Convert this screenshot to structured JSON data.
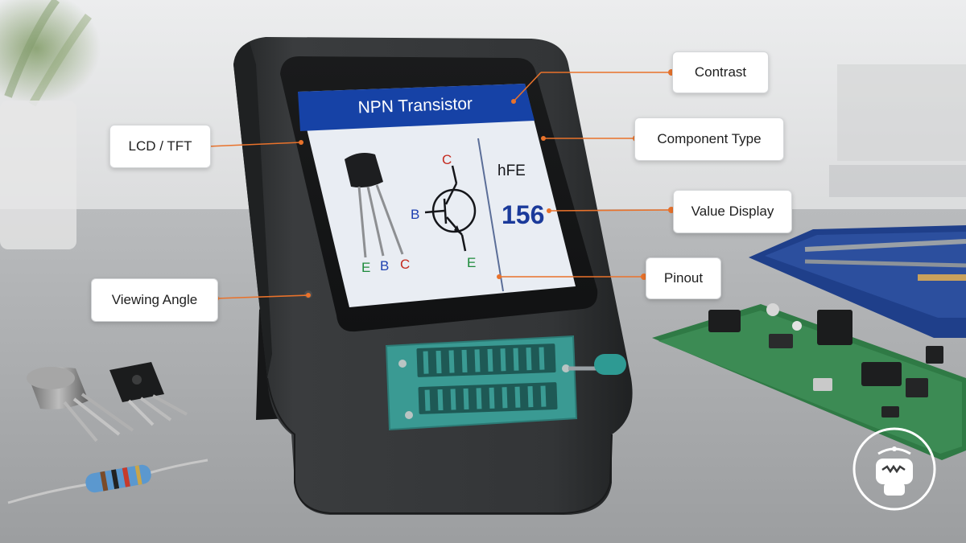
{
  "screen": {
    "title": "NPN Transistor",
    "parameter_label": "hFE",
    "parameter_value": "156",
    "pin_labels": [
      "E",
      "B",
      "C"
    ],
    "symbol_labels": {
      "collector": "C",
      "base": "B",
      "emitter": "E"
    }
  },
  "callouts": {
    "contrast": "Contrast",
    "component_type": "Component Type",
    "value_display": "Value Display",
    "pinout": "Pinout",
    "lcd": "LCD / TFT",
    "viewing_angle": "Viewing Angle"
  },
  "colors": {
    "title_bar": "#1642a6",
    "lcd_background": "#e9edf3",
    "value_blue": "#1b3a9a",
    "pin_e": "#1d8a3b",
    "pin_b": "#1d3fb0",
    "pin_c": "#c42a1f",
    "leader": "#e9722b",
    "zif_socket": "#3a9a93",
    "device_body": "#2f3133"
  },
  "icons": [
    "robot-logo-icon"
  ]
}
